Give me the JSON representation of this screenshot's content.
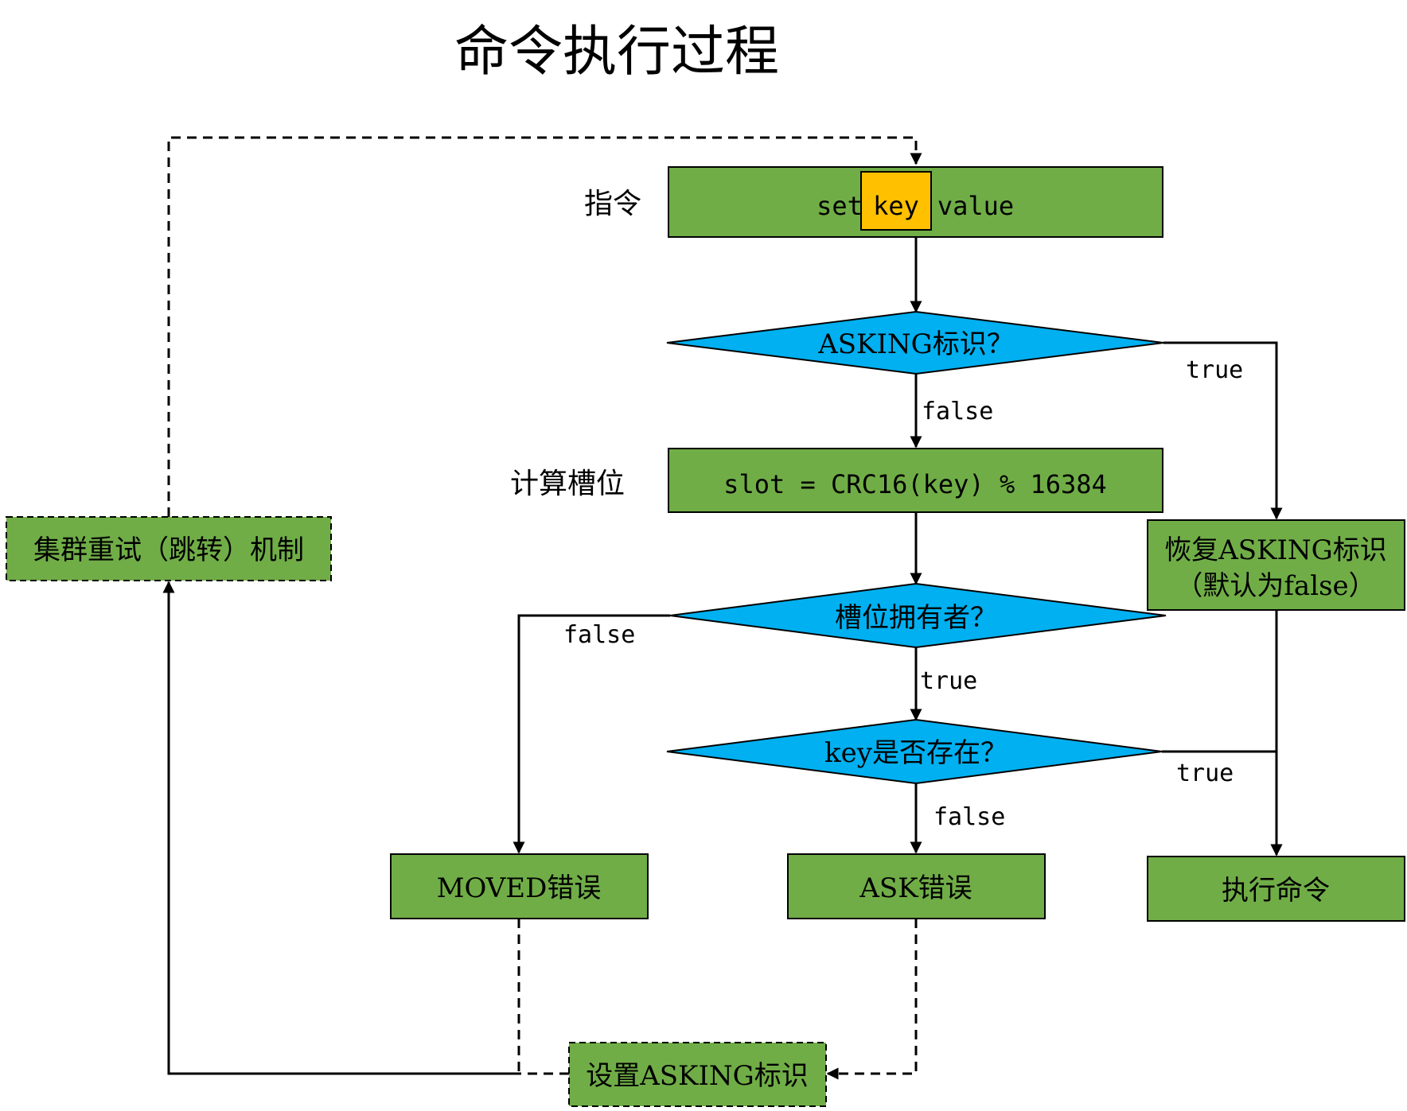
{
  "colors": {
    "box_fill": "#70AD47",
    "key_fill": "#FFC000",
    "decision_fill": "#00B0F0",
    "line": "#000000"
  },
  "diagram": {
    "title": "命令执行过程",
    "side_labels": {
      "instruction": "指令",
      "compute_slot": "计算槽位"
    },
    "command": {
      "set": "set",
      "key": "key",
      "value": "value"
    },
    "decisions": {
      "asking_flag": "ASKING标识？",
      "slot_owner": "槽位拥有者？",
      "key_exists": "key是否存在？"
    },
    "boxes": {
      "slot_calc": "slot = CRC16(key) % 16384",
      "reset_asking_line1": "恢复ASKING标识",
      "reset_asking_line2": "（默认为false）",
      "moved_error": "MOVED错误",
      "ask_error": "ASK错误",
      "execute": "执行命令",
      "set_asking": "设置ASKING标识",
      "cluster_retry": "集群重试（跳转）机制"
    },
    "edge_labels": {
      "asking_false": "false",
      "asking_true": "true",
      "owner_false": "false",
      "owner_true": "true",
      "exists_false": "false",
      "exists_true": "true"
    }
  }
}
